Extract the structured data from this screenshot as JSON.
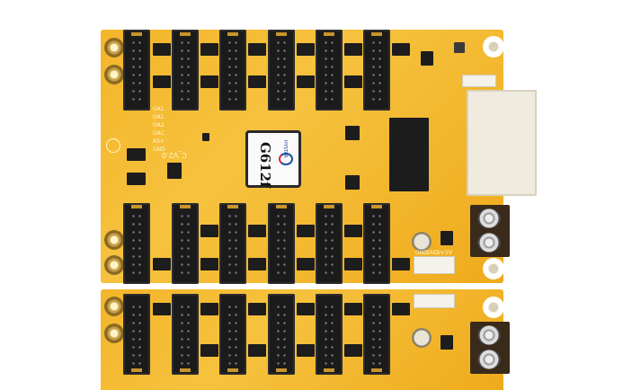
{
  "photo": {
    "subject": "LED display controller receiving card (product photo)",
    "background_color": "#ffffff",
    "board_color": "#f4b52a"
  },
  "main_chip": {
    "model": "G612f",
    "brand": "HYSTAR"
  },
  "silkscreen": {
    "version": "C_V2.0",
    "labels_left": [
      "OA1",
      "OA1",
      "OA2",
      "OAC",
      "AS+",
      "GND"
    ],
    "power_labels": [
      "GND",
      "GND",
      "5V",
      "5V"
    ]
  },
  "components": {
    "hub75_connectors_per_row": 6,
    "connector_rows_visible": 3
  }
}
